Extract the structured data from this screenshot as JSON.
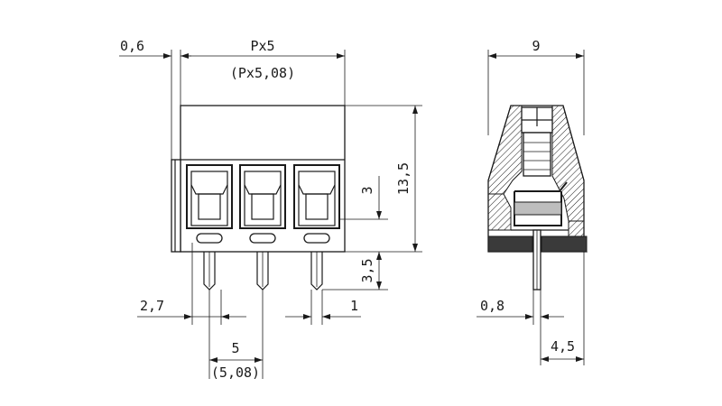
{
  "front_view": {
    "dim_overhang": "0,6",
    "dim_pitch": "Px5",
    "dim_pitch_inch": "(Px5,08)",
    "dim_height_total": "13,5",
    "dim_height_upper": "3",
    "dim_pin_length": "3,5",
    "dim_pin_offset": "2,7",
    "dim_pin_width": "1",
    "dim_pin_spacing": "5",
    "dim_pin_spacing_inch": "(5,08)"
  },
  "side_view": {
    "dim_width": "9",
    "dim_pin_thickness": "0,8",
    "dim_pin_position": "4,5"
  }
}
